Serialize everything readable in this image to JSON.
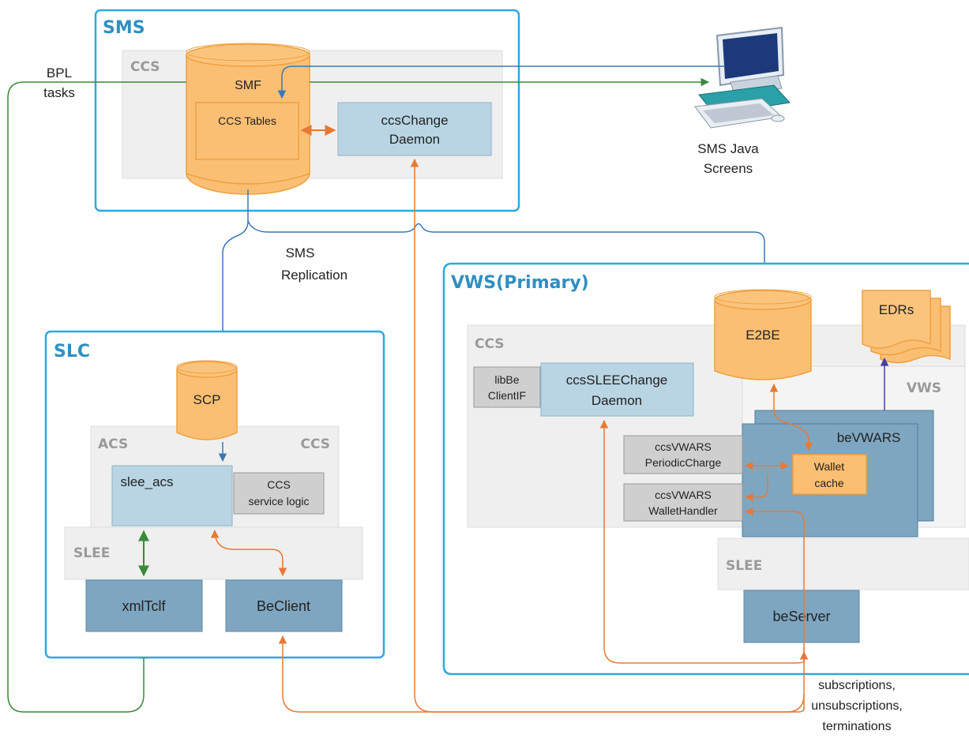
{
  "sections": {
    "sms": "SMS",
    "slc": "SLC",
    "vws_primary_a": "VWS",
    "vws_primary_b": "(Primary)"
  },
  "areas": {
    "sms_ccs": "CCS",
    "slc_acs": "ACS",
    "slc_ccs": "CCS",
    "slc_slee": "SLEE",
    "vws_ccs": "CCS",
    "vws_vws": "VWS",
    "vws_slee": "SLEE"
  },
  "databases": {
    "smf": "SMF",
    "scp": "SCP",
    "e2be": "E2BE"
  },
  "components": {
    "ccs_tables": "CCS Tables",
    "ccs_change_1": "ccsChange",
    "ccs_change_2": "Daemon",
    "slee_acs": "slee_acs",
    "ccs_service_logic_1": "CCS",
    "ccs_service_logic_2": "service logic",
    "xmltcif": "xmlTclf",
    "beclient": "BeClient",
    "libbe_1": "libBe",
    "libbe_2": "ClientIF",
    "ccssleechange_1": "ccsSLEEChange",
    "ccssleechange_2": "Daemon",
    "bevwars": "beVWARS",
    "periodic_1": "ccsVWARS",
    "periodic_2": "PeriodicCharge",
    "wallethandler_1": "ccsVWARS",
    "wallethandler_2": "WalletHandler",
    "wallet_cache_1": "Wallet",
    "wallet_cache_2": "cache",
    "beserver": "beServer",
    "edrs": "EDRs"
  },
  "labels": {
    "bpl_1": "BPL",
    "bpl_2": "tasks",
    "sms_java_1": "SMS Java",
    "sms_java_2": "Screens",
    "replication_1": "SMS",
    "replication_2": "Replication",
    "subs_1": "subscriptions,",
    "subs_2": "unsubscriptions,",
    "subs_3": "terminations"
  },
  "colors": {
    "section_border": "#2fa8e0",
    "section_title": "#2f8fc2",
    "area_fill": "#efefef",
    "db_fill": "#fbbf73",
    "db_stroke": "#f0a040",
    "light_box": "#b9d5e3",
    "dark_box": "#7ea6c1",
    "grey_box": "#cfcfcf",
    "orange_arrow": "#e67a35",
    "blue_arrow": "#3a78b5",
    "green_arrow": "#3a8a3a",
    "purple_arrow": "#4a3ea0"
  }
}
